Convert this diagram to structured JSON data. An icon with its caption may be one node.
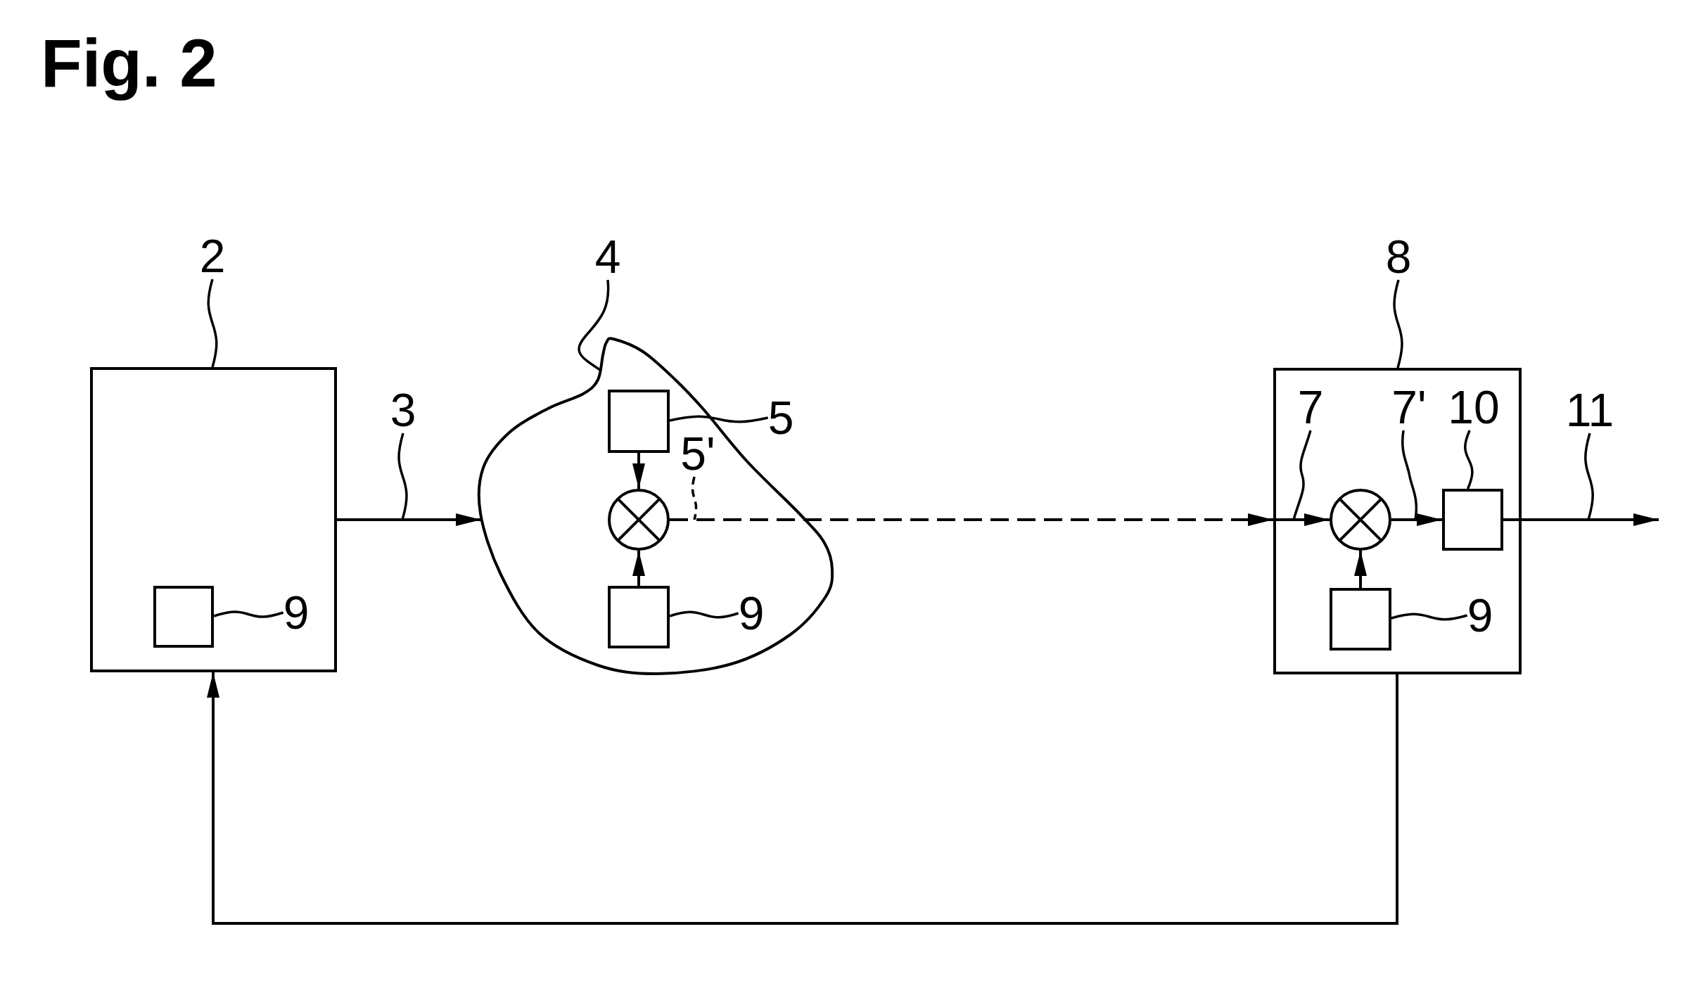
{
  "diagram": {
    "title": "Fig. 2",
    "nodes": [
      {
        "text": [
          "2"
        ]
      },
      {
        "text": [],
        "shape": "box"
      },
      {
        "text": [],
        "shape": "box",
        "in": 1
      },
      {
        "text": [
          "9"
        ],
        "in": 1
      },
      {
        "text": [
          "3"
        ]
      },
      {
        "text": [
          "4"
        ]
      },
      {
        "text": [],
        "shape": "cloud"
      },
      {
        "text": [],
        "shape": "box",
        "in": 6
      },
      {
        "text": [
          "5"
        ]
      },
      {
        "text": [
          "5'"
        ],
        "in": 6
      },
      {
        "text": [],
        "shape": "circle",
        "in": 6
      },
      {
        "text": [],
        "shape": "box",
        "in": 6
      },
      {
        "text": [
          "9"
        ],
        "in": 6
      },
      {
        "text": [
          "8"
        ]
      },
      {
        "text": [],
        "shape": "box"
      },
      {
        "text": [
          "7"
        ],
        "in": 14
      },
      {
        "text": [
          "7'"
        ],
        "in": 14
      },
      {
        "text": [
          "10"
        ],
        "in": 14
      },
      {
        "text": [
          "11"
        ]
      },
      {
        "text": [],
        "shape": "circle",
        "in": 14
      },
      {
        "text": [],
        "shape": "box",
        "in": 14
      },
      {
        "text": [],
        "shape": "box",
        "in": 14
      },
      {
        "text": [
          "9"
        ],
        "in": 14
      }
    ],
    "edges": [
      {
        "from": 1,
        "to": 6,
        "arrow": "to"
      },
      {
        "from": 7,
        "to": 10,
        "arrow": "to"
      },
      {
        "from": 11,
        "to": 10,
        "arrow": "to"
      },
      {
        "from": 10,
        "to": 14,
        "arrow": "to",
        "style": "dashed"
      },
      {
        "from": 14,
        "to": 19,
        "arrow": "to"
      },
      {
        "from": 19,
        "to": 20,
        "arrow": "to"
      },
      {
        "from": 21,
        "to": 19,
        "arrow": "to"
      },
      {
        "from": 20,
        "to": null,
        "arrow": "to"
      },
      {
        "from": 14,
        "to": 1,
        "arrow": "to"
      },
      {
        "from": 0,
        "to": 1,
        "arrow": "none"
      },
      {
        "from": 3,
        "to": 2,
        "arrow": "none"
      },
      {
        "from": 4,
        "to": null,
        "arrow": "none"
      },
      {
        "from": 5,
        "to": 6,
        "arrow": "none"
      },
      {
        "from": 8,
        "to": 7,
        "arrow": "none"
      },
      {
        "from": 9,
        "to": null,
        "arrow": "none",
        "style": "dashed"
      },
      {
        "from": 12,
        "to": 11,
        "arrow": "none"
      },
      {
        "from": 13,
        "to": 14,
        "arrow": "none"
      },
      {
        "from": 15,
        "to": null,
        "arrow": "none"
      },
      {
        "from": 16,
        "to": null,
        "arrow": "none"
      },
      {
        "from": 17,
        "to": 20,
        "arrow": "none"
      },
      {
        "from": 18,
        "to": null,
        "arrow": "none"
      },
      {
        "from": 22,
        "to": 21,
        "arrow": "none"
      }
    ]
  }
}
